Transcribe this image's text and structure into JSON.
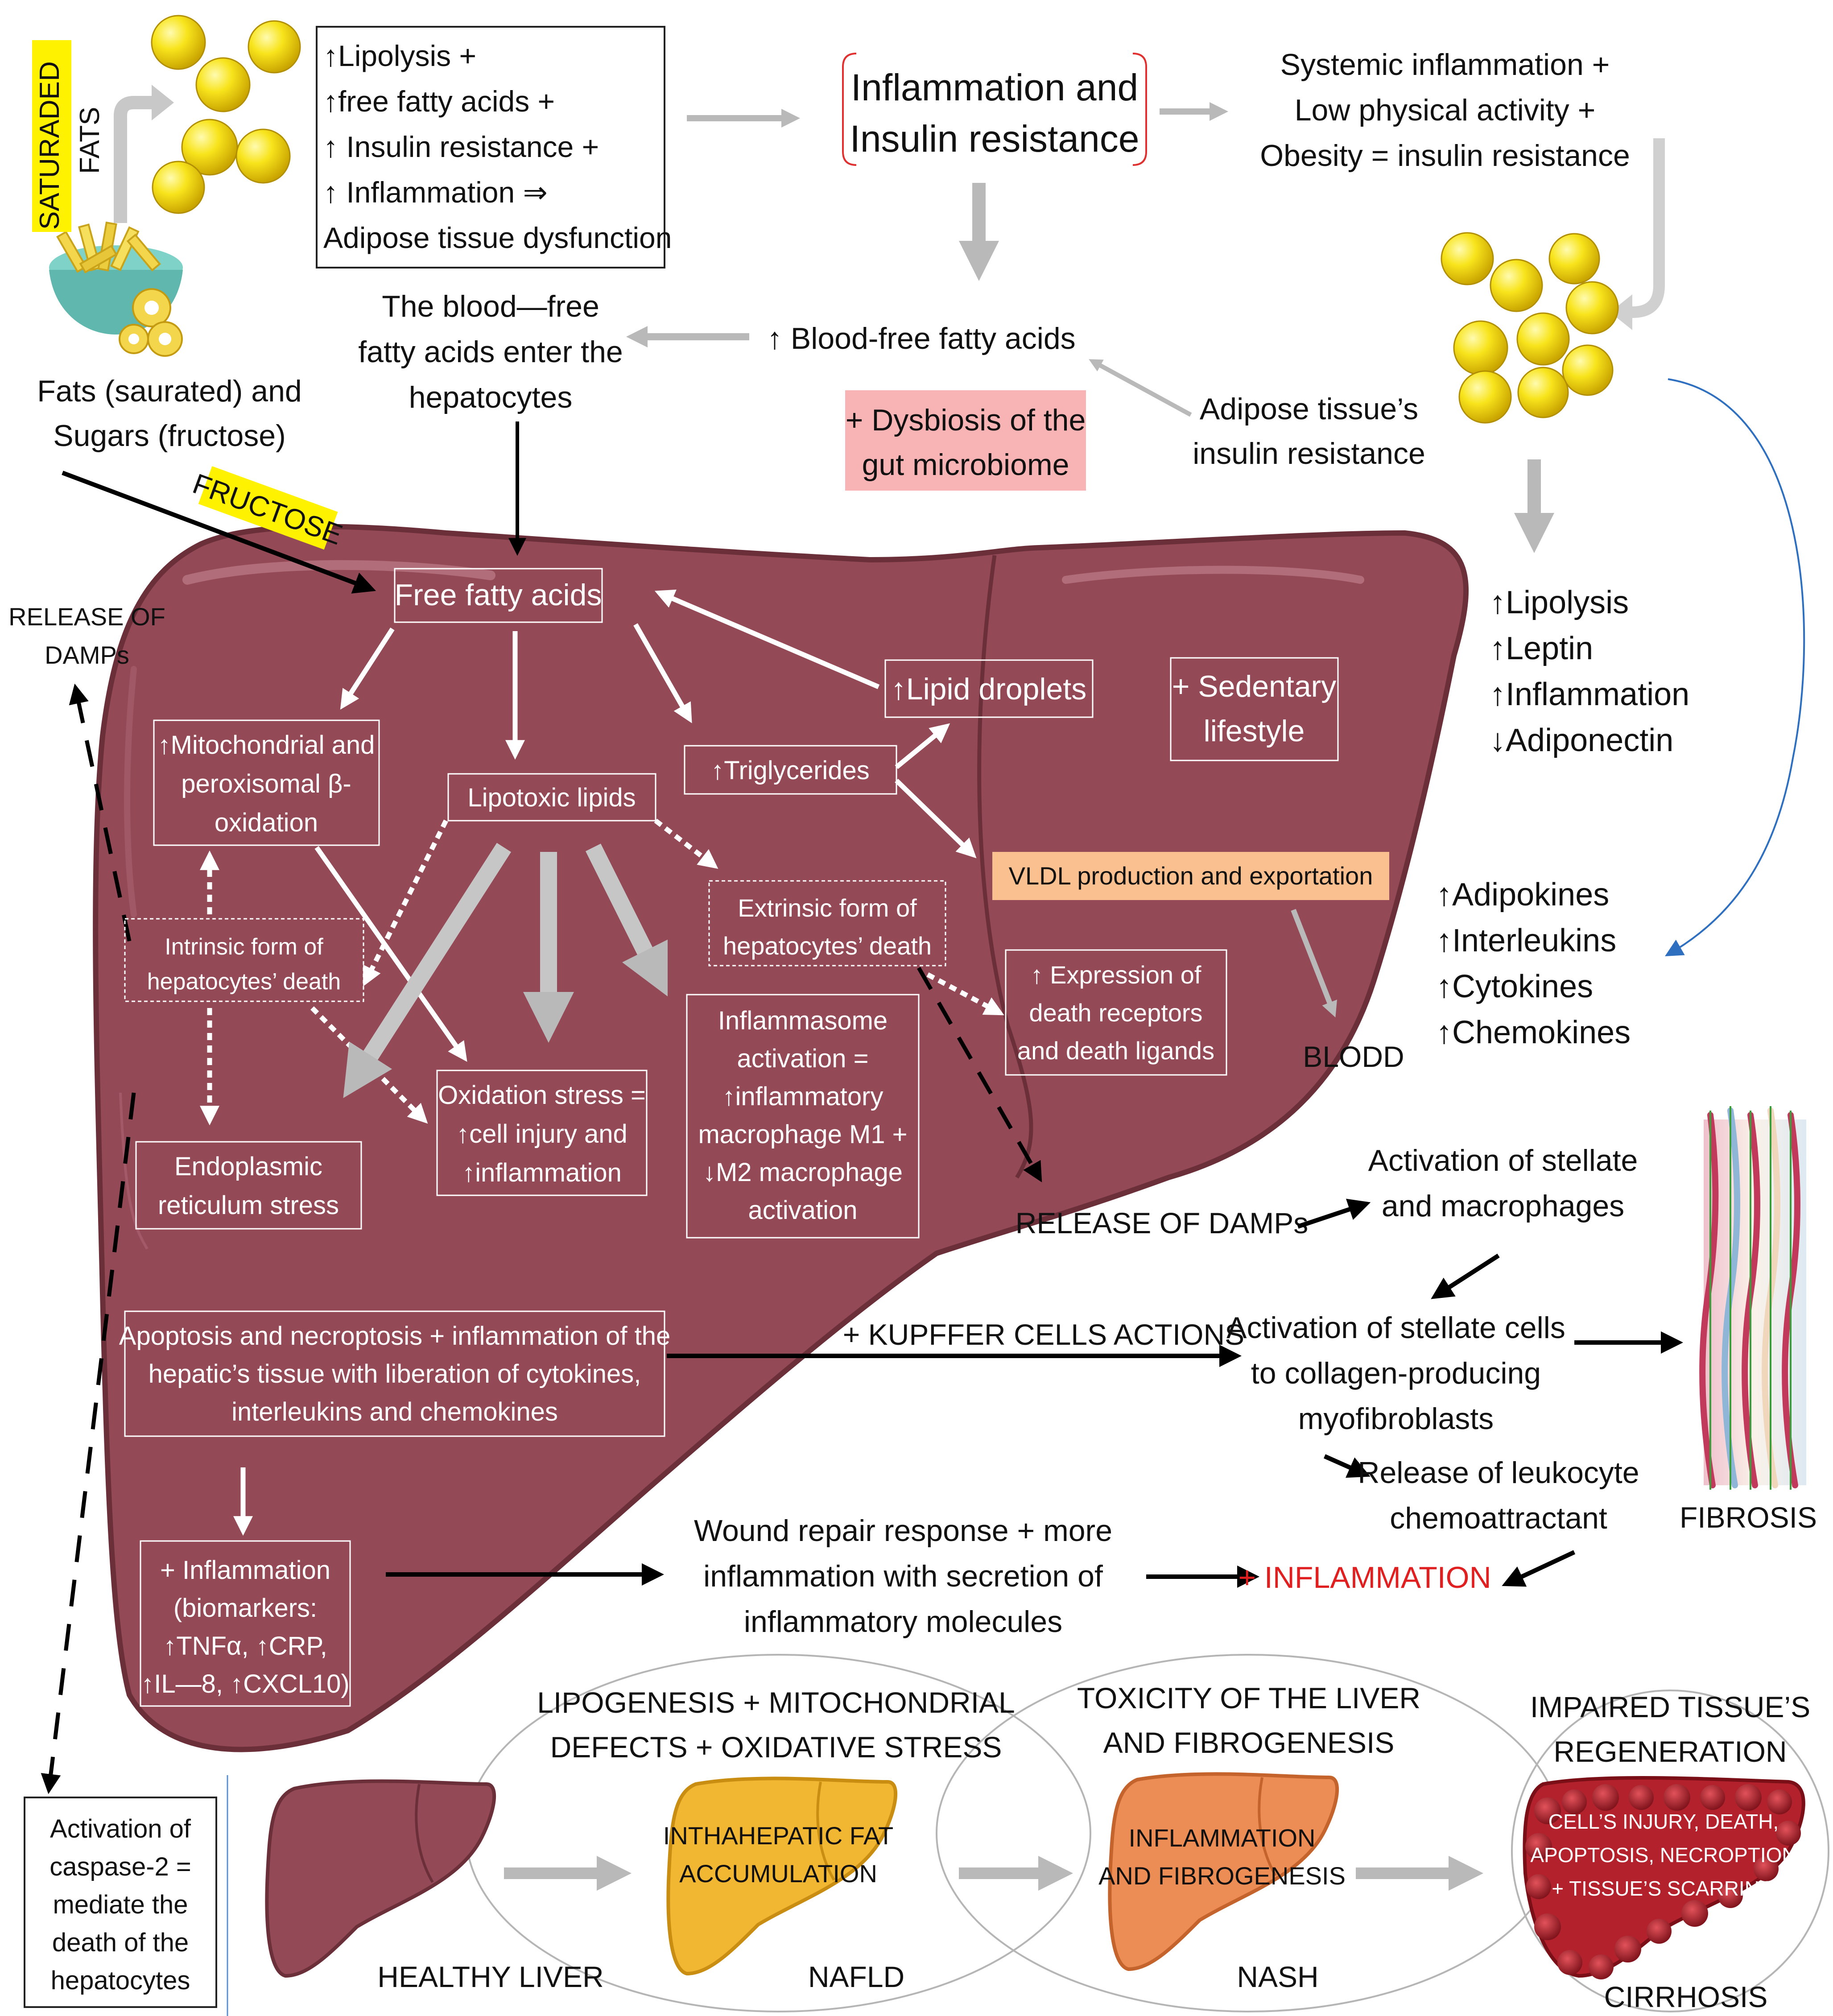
{
  "top": {
    "saturated_fats_label": "SATURADED FATS",
    "saturated_fats_line1": "SATURADED",
    "saturated_fats_line2": "FATS",
    "effects_box": [
      "↑Lipolysis +",
      "↑free fatty acids +",
      "↑ Insulin resistance +",
      "↑ Inflammation ⇒",
      "Adipose tissue dysfunction"
    ],
    "inflammation_insulin": [
      "Inflammation and",
      "Insulin resistance"
    ],
    "systemic": [
      "Systemic inflammation +",
      "Low physical activity +",
      "Obesity = insulin resistance"
    ],
    "fats_sugars": [
      "Fats (saurated) and",
      "Sugars (fructose)"
    ],
    "blood_enter": [
      "The blood—free",
      "fatty acids enter the",
      "hepatocytes"
    ],
    "blood_free_fa": "↑ Blood-free fatty acids",
    "dysbiosis": [
      "+ Dysbiosis of the",
      "gut microbiome"
    ],
    "adipose_ir": [
      "Adipose tissue’s",
      "insulin resistance"
    ]
  },
  "right": {
    "adipose_effects": [
      "↑Lipolysis",
      "↑Leptin",
      "↑Inflammation",
      "↓Adiponectin"
    ],
    "adipokines": [
      "↑Adipokines",
      "↑Interleukins",
      "↑Cytokines",
      "↑Chemokines"
    ],
    "blodd": "BLODD"
  },
  "liver": {
    "fructose": "FRUCTOSE",
    "release_damps_left": [
      "RELEASE OF",
      "DAMPs"
    ],
    "free_fatty_acids": "Free fatty acids",
    "mito": [
      "↑Mitochondrial and",
      "peroxisomal β-",
      "oxidation"
    ],
    "lipotoxic": "Lipotoxic lipids",
    "triglycerides": "↑Triglycerides",
    "lipid_droplets": "↑Lipid droplets",
    "sedentary": [
      "+ Sedentary",
      "lifestyle"
    ],
    "vldl": "VLDL production and exportation",
    "intrinsic": [
      "Intrinsic form of",
      "hepatocytes’ death"
    ],
    "extrinsic": [
      "Extrinsic form of",
      "hepatocytes’ death"
    ],
    "death_receptors": [
      "↑ Expression of",
      "death receptors",
      "and death ligands"
    ],
    "er_stress": [
      "Endoplasmic",
      "reticulum stress"
    ],
    "oxidation_stress": [
      "Oxidation stress =",
      "↑cell injury and",
      "↑inflammation"
    ],
    "inflammasome": [
      "Inflammasome",
      "activation =",
      "↑inflammatory",
      "macrophage M1 +",
      "↓M2 macrophage",
      "activation"
    ],
    "apoptosis": [
      "Apoptosis and necroptosis + inflammation of the",
      "hepatic’s tissue with liberation of cytokines,",
      "interleukins and chemokines"
    ],
    "biomarkers": [
      "+ Inflammation",
      "(biomarkers:",
      "↑TNFα, ↑CRP,",
      "↑IL—8, ↑CXCL10)"
    ]
  },
  "fibrosis_path": {
    "release_damps": "RELEASE OF DAMPs",
    "activation_stellate": [
      "Activation of stellate",
      "and macrophages"
    ],
    "kupffer": "+ KUPFFER CELLS ACTIONS",
    "stellate_cells": [
      "Activation of stellate cells",
      "to collagen-producing",
      "myofibroblasts"
    ],
    "leukocyte": [
      "Release of leukocyte",
      "chemoattractant"
    ],
    "fibrosis": "FIBROSIS",
    "wound": [
      "Wound repair response + more",
      "inflammation with secretion of",
      "inflammatory molecules"
    ],
    "plus_inflammation": "+ INFLAMMATION"
  },
  "bottom": {
    "caspase": [
      "Activation of",
      "caspase-2 =",
      "mediate the",
      "death of the",
      "hepatocytes"
    ],
    "lipogenesis": [
      "LIPOGENESIS + MITOCHONDRIAL",
      "DEFECTS + OXIDATIVE STRESS"
    ],
    "toxicity": [
      "TOXICITY OF THE LIVER",
      "AND FIBROGENESIS"
    ],
    "impaired": [
      "IMPAIRED TISSUE’S",
      "REGENERATION"
    ],
    "fat_accumulation": [
      "INTHAHEPATIC FAT",
      "ACCUMULATION"
    ],
    "inflam_fibro": [
      "INFLAMMATION",
      "AND FIBROGENESIS"
    ],
    "cirrhosis_desc": [
      "CELL’S INJURY, DEATH,",
      "APOPTOSIS, NECROPTION",
      "+ TISSUE’S SCARRING"
    ],
    "stages": [
      "HEALTHY LIVER",
      "NAFLD",
      "NASH",
      "CIRRHOSIS"
    ]
  },
  "colors": {
    "liver": "#944956",
    "liver_dark": "#6b2f3a",
    "fat_yellow": "#f6df0a",
    "highlight": "#fff200",
    "dysbiosis_bg": "#f8b4b4",
    "vldl_bg": "#fbc08f",
    "nafld": "#f1b733",
    "nash": "#ec8d55",
    "cirrhosis": "#b3222c",
    "accent_red": "#e02020"
  }
}
